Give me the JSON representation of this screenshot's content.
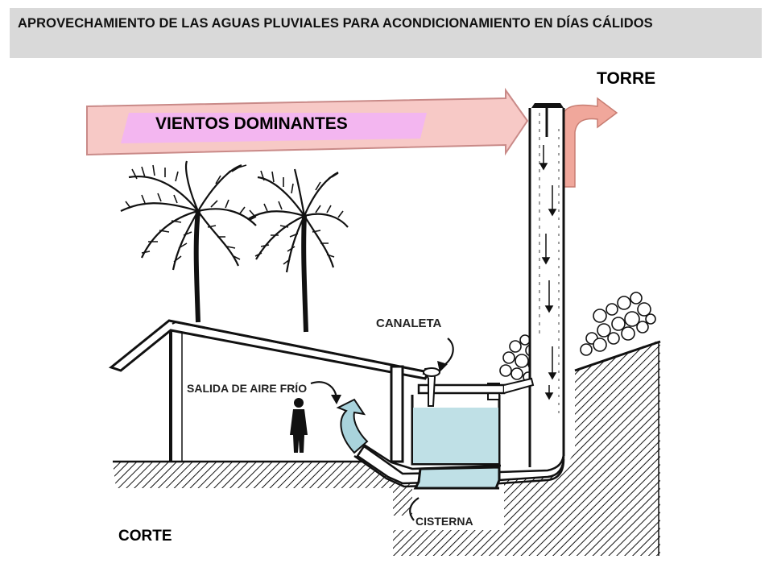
{
  "title": "APROVECHAMIENTO DE LAS  AGUAS PLUVIALES PARA ACONDICIONAMIENTO EN DÍAS CÁLIDOS",
  "labels": {
    "torre": "TORRE",
    "vientos": "VIENTOS DOMINANTES",
    "canaleta": "CANALETA",
    "salida": "SALIDA DE AIRE FRÍO",
    "cisterna": "CISTERNA",
    "corte": "CORTE"
  },
  "colors": {
    "wind_arrow": "#f7c9c6",
    "wind_highlight": "#f3b6f0",
    "tower_hot_air": "#f0a79b",
    "water": "#bfe0e6",
    "cold_air_arrow": "#a9d3dc",
    "title_background": "#d9d9d9"
  }
}
